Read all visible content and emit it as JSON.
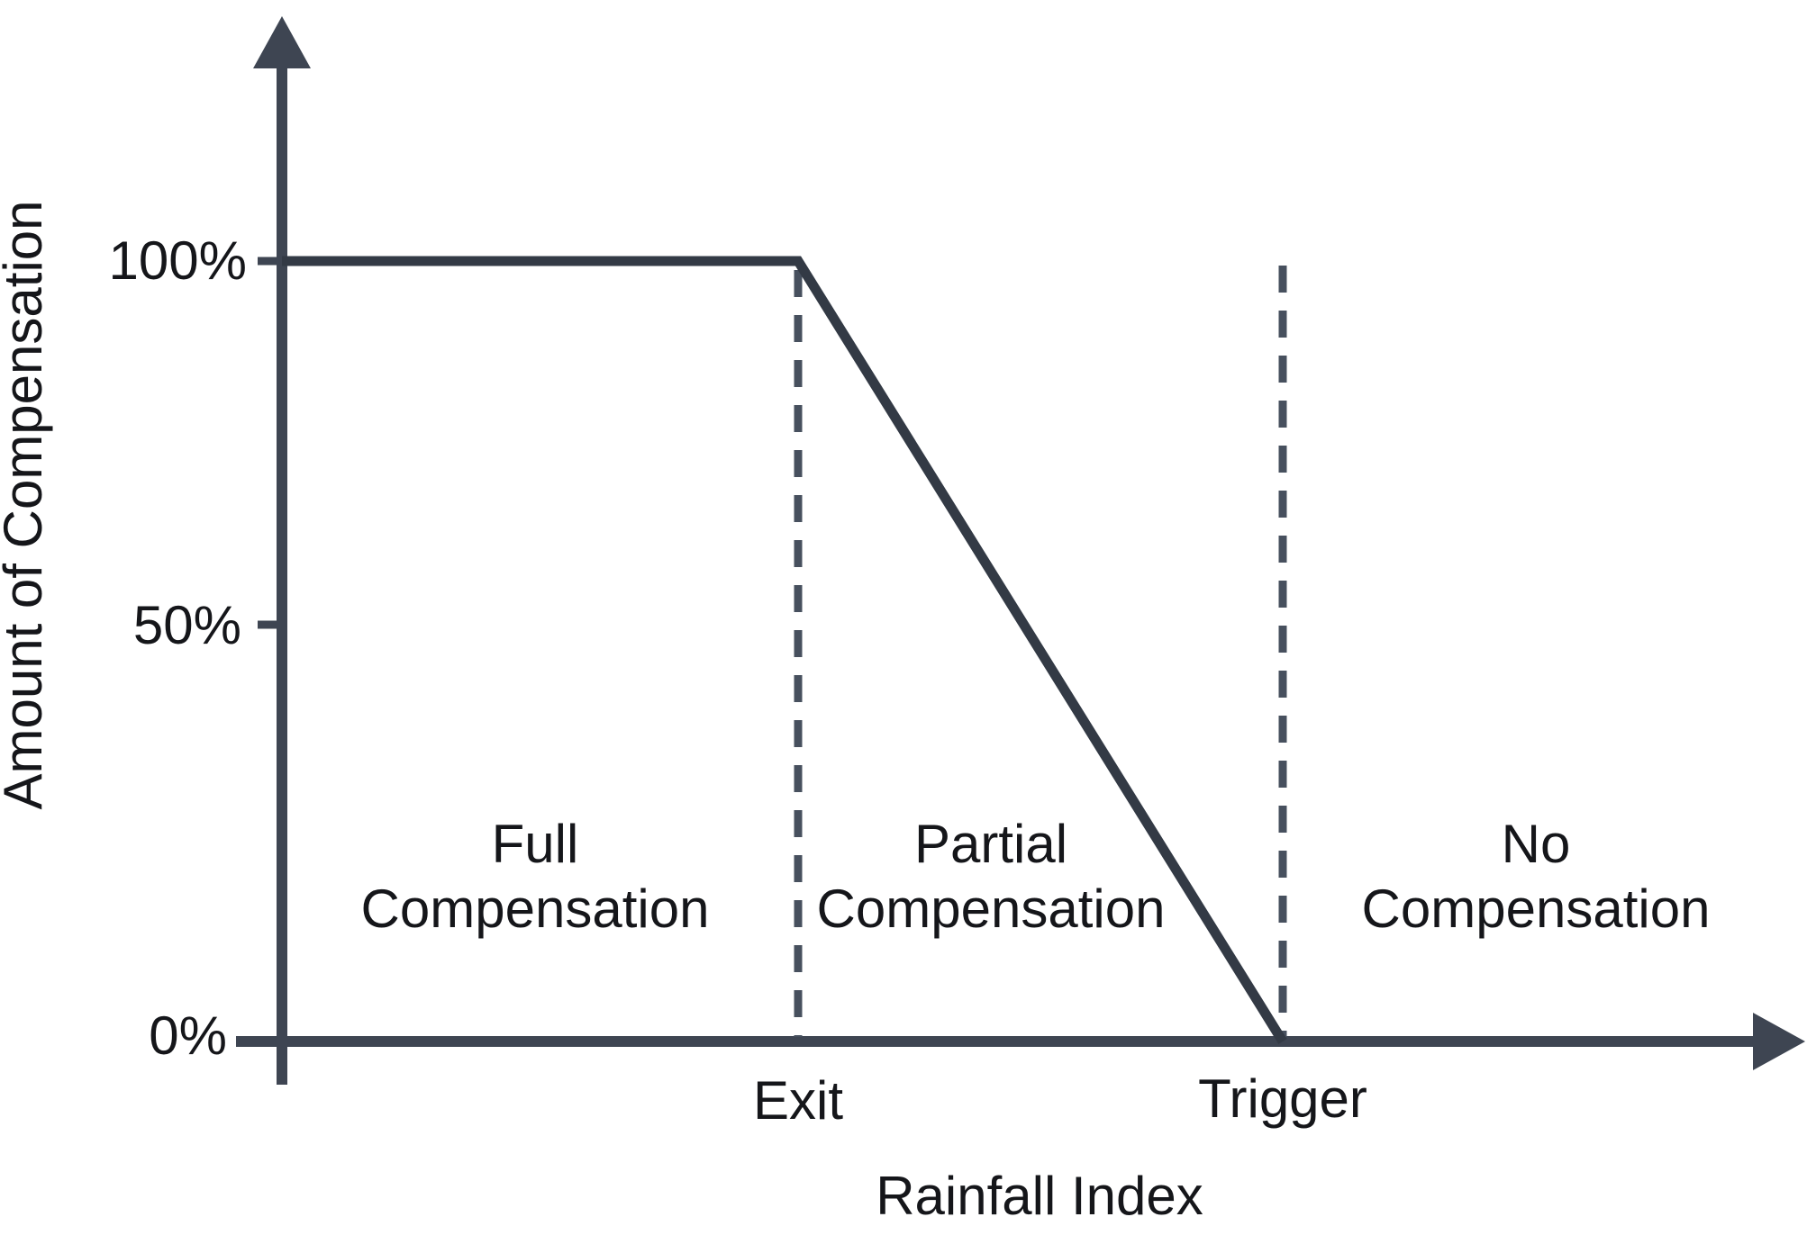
{
  "chart_data": {
    "type": "line",
    "title": "",
    "xlabel": "Rainfall Index",
    "ylabel": "Amount of Compensation",
    "x_tick_labels": [
      "Exit",
      "Trigger"
    ],
    "y_tick_labels": [
      "0%",
      "50%",
      "100%"
    ],
    "ylim": [
      0,
      100
    ],
    "grid": false,
    "legend": false,
    "series": [
      {
        "name": "Amount of Compensation",
        "points": [
          {
            "x": "y-axis origin",
            "y_percent": 100
          },
          {
            "x": "Exit",
            "y_percent": 100
          },
          {
            "x": "Trigger",
            "y_percent": 0
          }
        ]
      }
    ],
    "reference_lines": [
      {
        "x": "Exit",
        "orientation": "vertical",
        "style": "dashed"
      },
      {
        "x": "Trigger",
        "orientation": "vertical",
        "style": "dashed"
      }
    ],
    "regions": [
      {
        "label": "Full Compensation",
        "range": "left of Exit"
      },
      {
        "label": "Partial Compensation",
        "range": "between Exit and Trigger"
      },
      {
        "label": "No Compensation",
        "range": "right of Trigger"
      }
    ]
  },
  "regions": {
    "full": {
      "lines": [
        "Full",
        "Compensation"
      ]
    },
    "partial": {
      "lines": [
        "Partial",
        "Compensation"
      ]
    },
    "no": {
      "lines": [
        "No",
        "Compensation"
      ]
    }
  },
  "colors": {
    "axis": "#3e4552",
    "payout_line": "#333a45",
    "dashed_line": "#47505e",
    "text": "#15161a",
    "background": "#ffffff"
  }
}
